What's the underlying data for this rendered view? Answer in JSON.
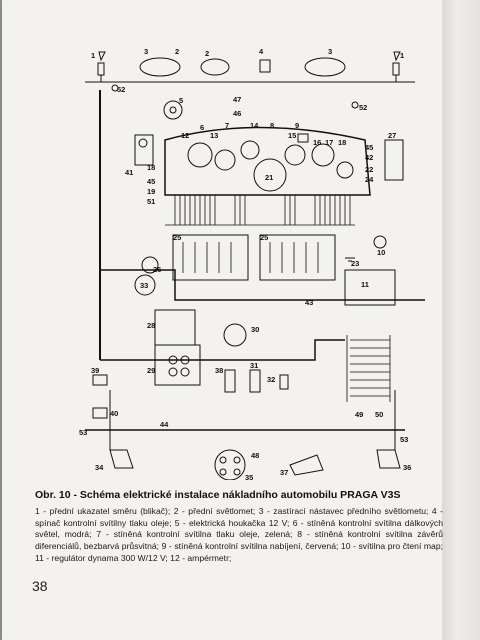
{
  "figure": {
    "title": "Obr. 10 - Schéma elektrické instalace nákladního automobilu PRAGA V3S",
    "caption": "1 - přední ukazatel směru (blikač); 2 - přední světlomet; 3 - zastírací nástavec předního světlometu; 4 - spínač kontrolní svítilny tlaku oleje; 5 - elektrická houkačka 12 V; 6 - stíněná kontrolní svítilna dálkových světel, modrá; 7 - stíněná kontrolní svítilna tlaku oleje, zelená; 8 - stíněná kontrolní svítilna závěrů diferenciálů, bezbarvá průsvitná; 9 - stíněná kontrolní svítilna nabíjení, červená; 10 - svítilna pro čtení map; 11 - regulátor dynama 300 W/12 V; 12 - ampérmetr;",
    "callouts": {
      "c1a": "1",
      "c1b": "1",
      "c2a": "2",
      "c2b": "2",
      "c3a": "3",
      "c3b": "3",
      "c4": "4",
      "c5": "5",
      "c6": "6",
      "c7": "7",
      "c8": "8",
      "c9": "9",
      "c10": "10",
      "c11": "11",
      "c12": "12",
      "c13": "13",
      "c14": "14",
      "c15": "15",
      "c16": "16",
      "c17": "17",
      "c18": "18",
      "c19": "19",
      "c21": "21",
      "c22": "22",
      "c23": "23",
      "c24": "24",
      "c25a": "25",
      "c25b": "25",
      "c26": "26",
      "c27": "27",
      "c28": "28",
      "c29": "29",
      "c30": "30",
      "c31": "31",
      "c32": "32",
      "c33": "33",
      "c34": "34",
      "c35": "35",
      "c36": "36",
      "c37": "37",
      "c38": "38",
      "c39": "39",
      "c40": "40",
      "c41": "41",
      "c42": "42",
      "c43": "43",
      "c44": "44",
      "c45a": "45",
      "c45b": "45",
      "c46": "46",
      "c47": "47",
      "c48": "48",
      "c49": "49",
      "c50": "50",
      "c51": "51",
      "c52a": "52",
      "c52b": "52",
      "c53a": "53",
      "c53b": "53"
    }
  },
  "page": {
    "number": "38"
  }
}
